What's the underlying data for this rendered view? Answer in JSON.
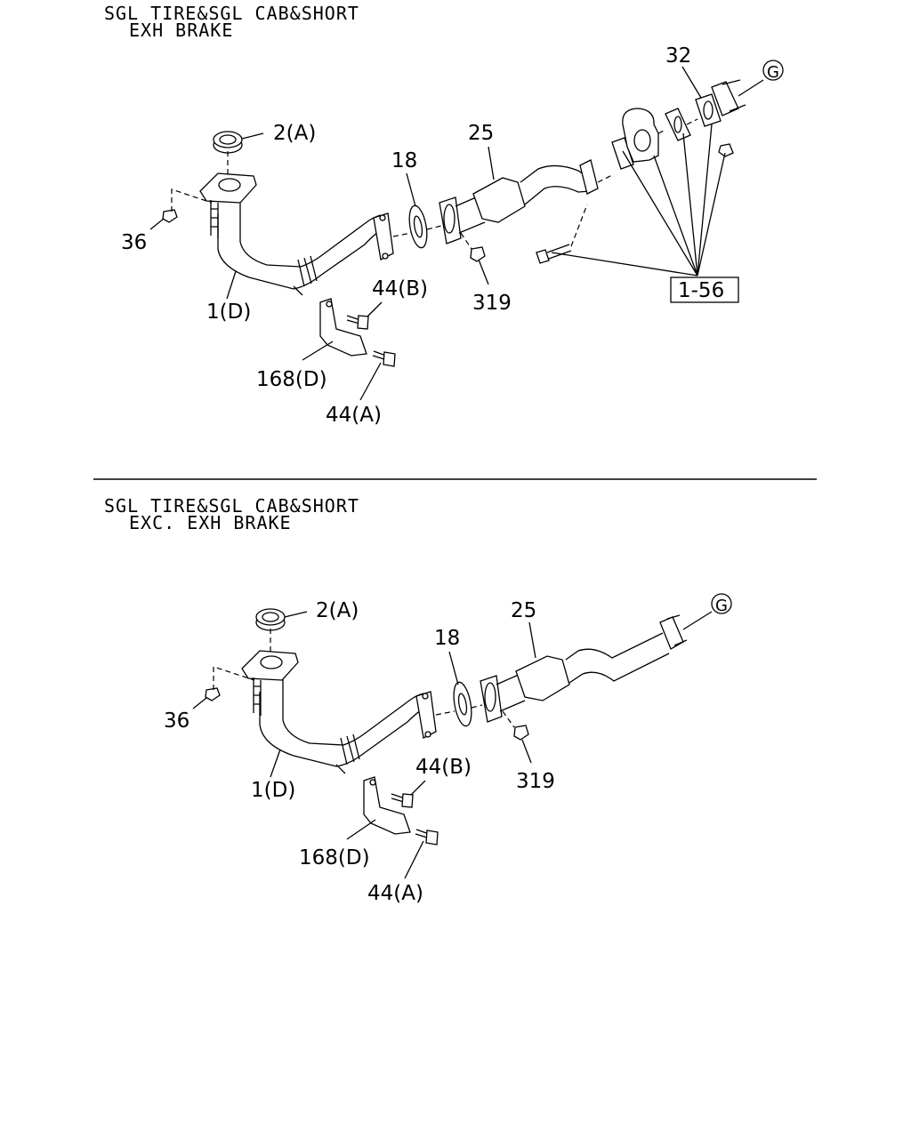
{
  "top": {
    "title_line1": "SGL TIRE&SGL CAB&SHORT",
    "title_line2": "EXH BRAKE",
    "labels": {
      "l32": "32",
      "lG": "G",
      "l2A": "2(A)",
      "l25": "25",
      "l18": "18",
      "l36": "36",
      "l1D": "1(D)",
      "l44B": "44(B)",
      "l319": "319",
      "l168D": "168(D)",
      "l44A": "44(A)",
      "l156": "1-56"
    }
  },
  "bottom": {
    "title_line1": "SGL TIRE&SGL CAB&SHORT",
    "title_line2": "EXC. EXH BRAKE",
    "labels": {
      "l2A": "2(A)",
      "l25": "25",
      "lG": "G",
      "l18": "18",
      "l36": "36",
      "l1D": "1(D)",
      "l44B": "44(B)",
      "l319": "319",
      "l168D": "168(D)",
      "l44A": "44(A)"
    }
  }
}
